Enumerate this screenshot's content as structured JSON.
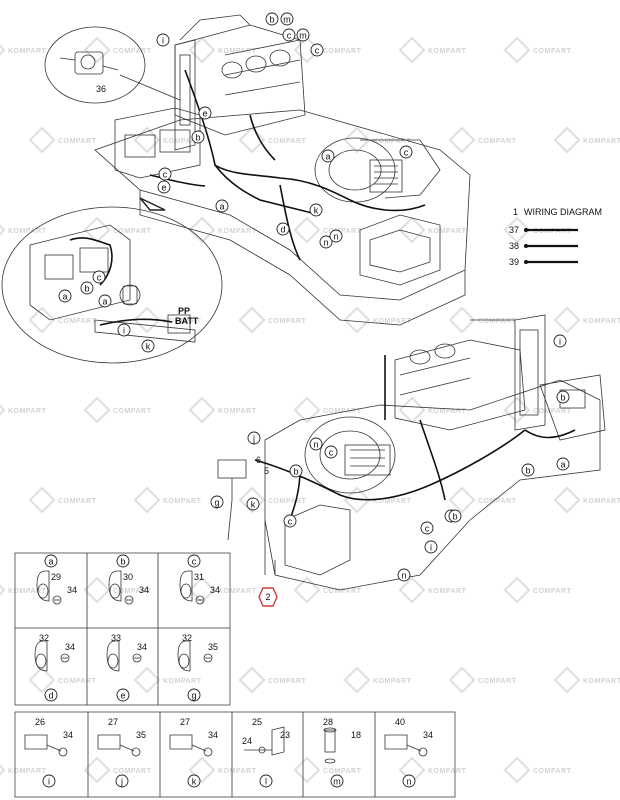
{
  "legend": {
    "wiring_diagram": {
      "num": "1",
      "label": "WIRING DIAGRAM"
    },
    "wires": [
      "37",
      "38",
      "39"
    ]
  },
  "highlighted_part": "2",
  "upper_view": {
    "letters": [
      "b",
      "m",
      "c",
      "m",
      "c",
      "i",
      "a",
      "e",
      "b",
      "c",
      "d",
      "e",
      "a",
      "k",
      "n",
      "n",
      "c"
    ],
    "part_numbers": [
      "36"
    ]
  },
  "detail_circle": {
    "letters": [
      "c",
      "a",
      "b",
      "a",
      "i",
      "k"
    ],
    "text": [
      "PP",
      "BATT"
    ]
  },
  "lower_view": {
    "letters": [
      "i",
      "b",
      "a",
      "b",
      "b",
      "j",
      "n",
      "b",
      "c",
      "b",
      "k",
      "g",
      "c",
      "i",
      "c",
      "n"
    ],
    "part_numbers": [
      "6",
      "5"
    ]
  },
  "hardware_grid_row1": [
    {
      "letter": "a",
      "parts": [
        "29",
        "34"
      ]
    },
    {
      "letter": "b",
      "parts": [
        "30",
        "34"
      ]
    },
    {
      "letter": "c",
      "parts": [
        "31",
        "34"
      ]
    }
  ],
  "hardware_grid_row2": [
    {
      "letter": "d",
      "parts": [
        "32",
        "34"
      ]
    },
    {
      "letter": "e",
      "parts": [
        "33",
        "34"
      ]
    },
    {
      "letter": "g",
      "parts": [
        "32",
        "35"
      ]
    }
  ],
  "hardware_grid_row3": [
    {
      "letter": "i",
      "parts": [
        "26",
        "34"
      ]
    },
    {
      "letter": "j",
      "parts": [
        "27",
        "35"
      ]
    },
    {
      "letter": "k",
      "parts": [
        "27",
        "34"
      ]
    },
    {
      "letter": "l",
      "parts": [
        "25",
        "23",
        "24"
      ]
    },
    {
      "letter": "m",
      "parts": [
        "28",
        "18"
      ]
    },
    {
      "letter": "n",
      "parts": [
        "40",
        "34"
      ]
    }
  ],
  "watermark": [
    "KOMPART",
    "COMPART"
  ]
}
